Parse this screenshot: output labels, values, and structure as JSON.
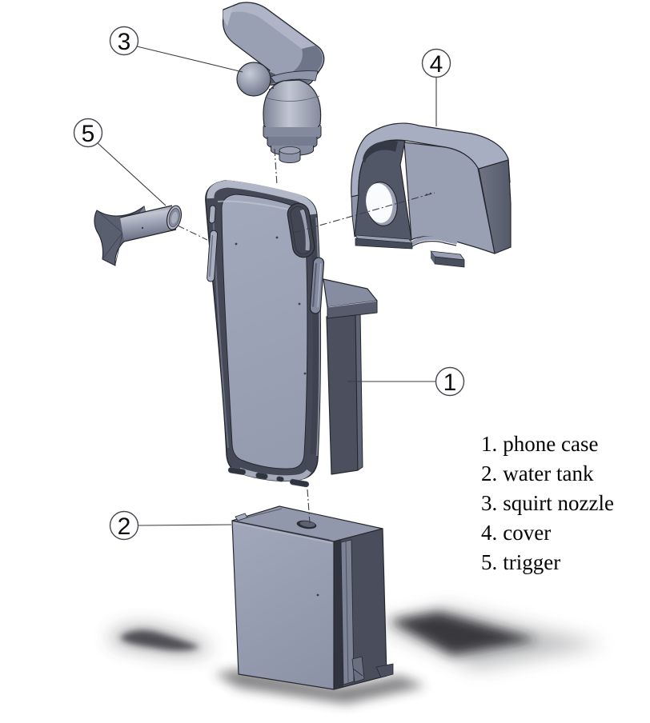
{
  "diagram": {
    "type": "exploded-view-assembly",
    "balloons": [
      {
        "number": "1",
        "part": "phone case"
      },
      {
        "number": "2",
        "part": "water tank"
      },
      {
        "number": "3",
        "part": "squirt nozzle"
      },
      {
        "number": "4",
        "part": "cover"
      },
      {
        "number": "5",
        "part": "trigger"
      }
    ],
    "legend": [
      {
        "number": "1.",
        "label": "phone case"
      },
      {
        "number": "2.",
        "label": "water tank"
      },
      {
        "number": "3.",
        "label": "squirt nozzle"
      },
      {
        "number": "4.",
        "label": "cover"
      },
      {
        "number": "5.",
        "label": "trigger"
      }
    ],
    "colors": {
      "background": "#ffffff",
      "part_light": "#9aa0b5",
      "part_top_light": "#a8aec1",
      "part_mid": "#868c9f",
      "part_dark": "#4c505e",
      "outline": "#26282f",
      "centerline": "#3a3d44",
      "balloon_fill": "#ffffff",
      "balloon_stroke": "#45484f",
      "text": "#050505",
      "shadow": "#26272b"
    }
  }
}
